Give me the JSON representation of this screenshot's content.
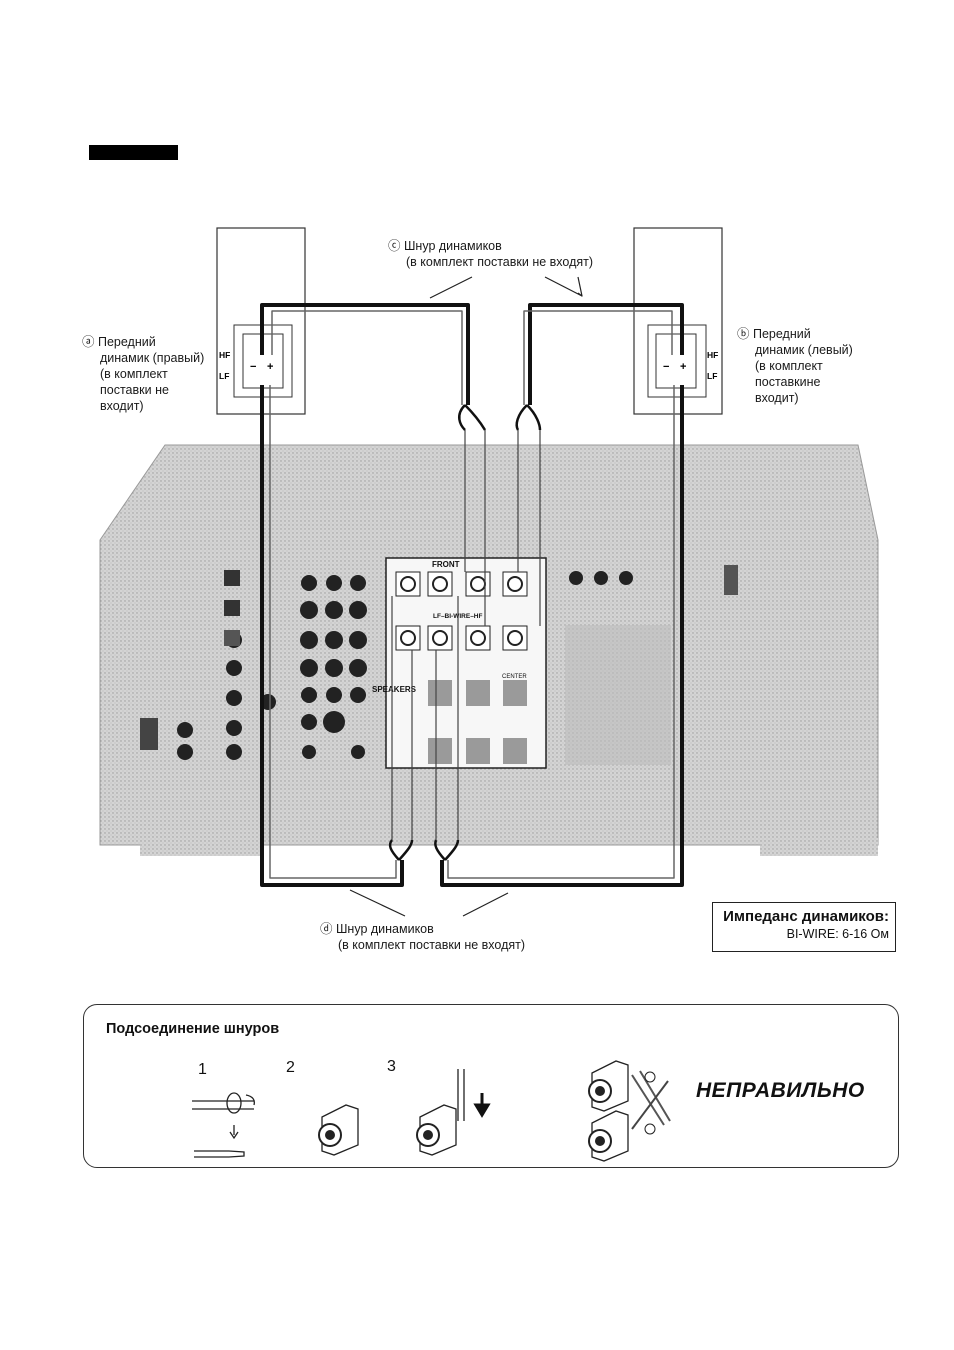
{
  "labels": {
    "speaker_right": [
      "ⓐ Передний",
      "динамик (правый)",
      "(в комплект",
      "поставки не",
      "входит)"
    ],
    "speaker_left": [
      "ⓑ Передний",
      "динамик (левый)",
      "(в комплект",
      "поставкине",
      "входит)"
    ],
    "cord_top": [
      "ⓒ Шнур динамиков",
      "(в комплект поставки не входят)"
    ],
    "cord_bottom": [
      "ⓓ Шнур динамиков",
      "(в комплект поставки не входят)"
    ],
    "hf": "HF",
    "lf": "LF",
    "terminal_minus": "−",
    "terminal_plus": "+",
    "front": "FRONT",
    "speakers": "SPEAKERS",
    "lf_biwire_hf": "LF–BI-WIRE–HF",
    "center": "CENTER"
  },
  "impedance": {
    "title": "Импеданс динамиков:",
    "value": "BI-WIRE: 6-16 Ом"
  },
  "connection": {
    "title": "Подсоединение шнуров",
    "steps": [
      "1",
      "2",
      "3"
    ],
    "wrong": "НЕПРАВИЛЬНО"
  },
  "colors": {
    "receiver_fill": "#cfcfcf",
    "ink": "#111111"
  }
}
